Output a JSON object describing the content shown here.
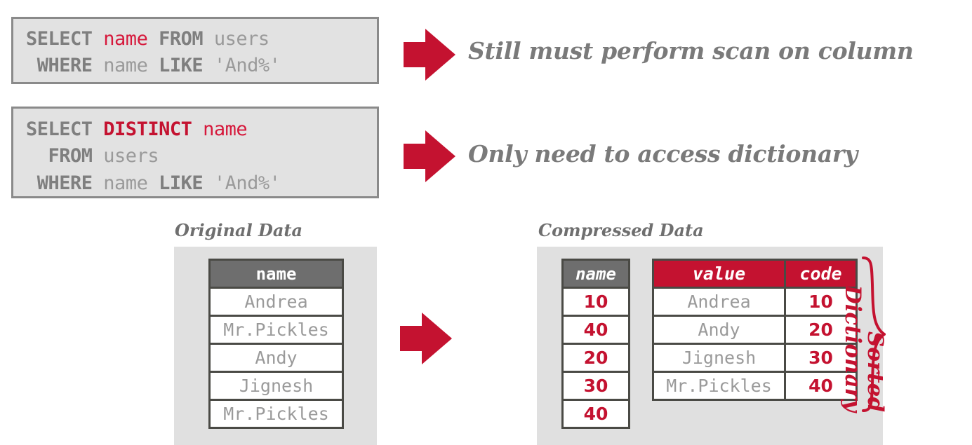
{
  "slide": {
    "accent_red": "#C41230",
    "muted_gray": "#7A7A7A",
    "panel_gray": "#E0E0E0",
    "header_gray": "#6E6E6E"
  },
  "queries": [
    {
      "id": "scan-query",
      "lines": [
        [
          {
            "text": "SELECT ",
            "style": "keyword"
          },
          {
            "text": "name",
            "style": "red"
          },
          {
            "text": " FROM ",
            "style": "keyword"
          },
          {
            "text": "users",
            "style": "plain"
          }
        ],
        [
          {
            "text": " WHERE ",
            "style": "keyword"
          },
          {
            "text": "name ",
            "style": "plain"
          },
          {
            "text": "LIKE ",
            "style": "keyword"
          },
          {
            "text": "'And%'",
            "style": "plain"
          }
        ]
      ],
      "full_text": "SELECT name FROM users\n WHERE name LIKE 'And%'"
    },
    {
      "id": "distinct-query",
      "lines": [
        [
          {
            "text": "SELECT ",
            "style": "keyword"
          },
          {
            "text": "DISTINCT",
            "style": "red-bold"
          },
          {
            "text": " ",
            "style": "plain"
          },
          {
            "text": "name",
            "style": "red"
          }
        ],
        [
          {
            "text": "  FROM ",
            "style": "keyword"
          },
          {
            "text": "users",
            "style": "plain"
          }
        ],
        [
          {
            "text": " WHERE ",
            "style": "keyword"
          },
          {
            "text": "name ",
            "style": "plain"
          },
          {
            "text": "LIKE ",
            "style": "keyword"
          },
          {
            "text": "'And%'",
            "style": "plain"
          }
        ]
      ],
      "full_text": "SELECT DISTINCT name\n  FROM users\n WHERE name LIKE 'And%'"
    }
  ],
  "callouts": [
    {
      "id": "scan-callout",
      "text": "Still must perform scan on column"
    },
    {
      "id": "dictionary-callout",
      "text": "Only need to access dictionary"
    }
  ],
  "arrows": [
    {
      "id": "arrow-scan",
      "icon": "right-arrow-icon"
    },
    {
      "id": "arrow-dictionary",
      "icon": "right-arrow-icon"
    },
    {
      "id": "arrow-compress",
      "icon": "right-arrow-icon"
    }
  ],
  "original_data": {
    "label": "Original Data",
    "column_header": "name",
    "rows": [
      "Andrea",
      "Mr.Pickles",
      "Andy",
      "Jignesh",
      "Mr.Pickles"
    ]
  },
  "compressed_data": {
    "label": "Compressed Data",
    "codes_column": {
      "header": "name",
      "rows": [
        "10",
        "40",
        "20",
        "30",
        "40"
      ]
    },
    "dictionary": {
      "caption_line_1": "Sorted",
      "caption_line_2": "Dictionary",
      "value_header": "value",
      "code_header": "code",
      "entries": [
        {
          "value": "Andrea",
          "code": "10"
        },
        {
          "value": "Andy",
          "code": "20"
        },
        {
          "value": "Jignesh",
          "code": "30"
        },
        {
          "value": "Mr.Pickles",
          "code": "40"
        }
      ]
    }
  }
}
